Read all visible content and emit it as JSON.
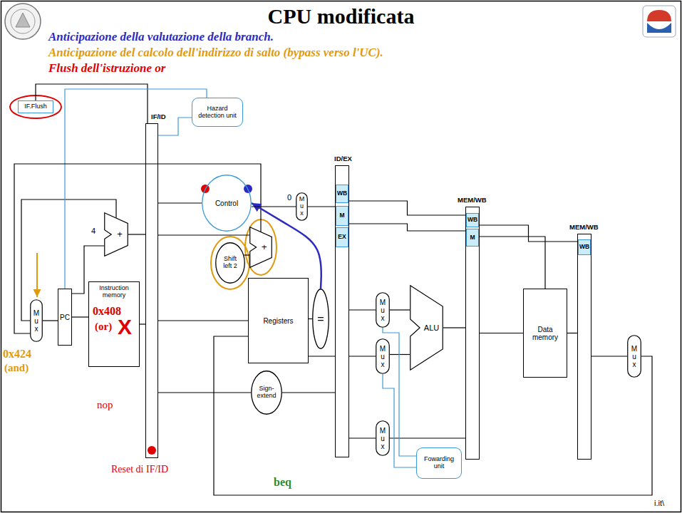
{
  "diagram": {
    "title": "CPU modificata",
    "nodes": [
      {
        "text": [
          "IF.Flush"
        ]
      },
      {
        "text": [
          "Hazard detection unit"
        ]
      },
      {
        "text": [
          "Control"
        ]
      },
      {
        "text": [
          "Mux"
        ]
      },
      {
        "text": [
          "ID/EX"
        ]
      },
      {
        "text": [
          "WB"
        ],
        "in": 4
      },
      {
        "text": [
          "M"
        ],
        "in": 4
      },
      {
        "text": [
          "EX"
        ],
        "in": 4
      },
      {
        "text": [
          "MEM/WB"
        ]
      },
      {
        "text": [
          "WB"
        ],
        "in": 8
      },
      {
        "text": [
          "M"
        ],
        "in": 8
      },
      {
        "text": [
          "MEM/WB"
        ]
      },
      {
        "text": [
          "WB"
        ],
        "in": 11
      },
      {
        "text": [
          "Mux"
        ]
      },
      {
        "text": [
          "PC"
        ]
      },
      {
        "text": [
          "+"
        ]
      },
      {
        "text": [
          "Instruction memory"
        ]
      },
      {
        "text": [
          "IF/ID"
        ]
      },
      {
        "text": [
          "Shift left 2"
        ]
      },
      {
        "text": [
          "+"
        ]
      },
      {
        "text": [
          "Registers"
        ]
      },
      {
        "text": [
          "="
        ]
      },
      {
        "text": [
          "Sign-extend"
        ]
      },
      {
        "text": [
          "Mux"
        ]
      },
      {
        "text": [
          "Mux"
        ]
      },
      {
        "text": [
          "Mux"
        ]
      },
      {
        "text": [
          "ALU"
        ]
      },
      {
        "text": [
          "Data memory"
        ]
      },
      {
        "text": [
          "Mux"
        ]
      },
      {
        "text": [
          "Fowarding unit"
        ]
      }
    ],
    "edges": [
      {
        "from": 13,
        "to": 14,
        "arrow": "none"
      },
      {
        "from": 14,
        "to": 16,
        "arrow": "none"
      },
      {
        "from": 14,
        "to": 15,
        "arrow": "none"
      },
      {
        "from": 15,
        "to": 17,
        "arrow": "none"
      },
      {
        "from": 15,
        "to": 13,
        "arrow": "none"
      },
      {
        "from": 16,
        "to": 17,
        "arrow": "none"
      },
      {
        "from": 0,
        "to": 17,
        "arrow": "none"
      },
      {
        "from": 1,
        "to": 17,
        "arrow": "none"
      },
      {
        "from": 1,
        "to": 14,
        "arrow": "none"
      },
      {
        "from": 17,
        "to": 2,
        "arrow": "none"
      },
      {
        "from": 17,
        "to": 20,
        "arrow": "none"
      },
      {
        "from": 17,
        "to": 22,
        "arrow": "none"
      },
      {
        "from": 17,
        "to": 19,
        "arrow": "none"
      },
      {
        "from": 18,
        "to": 19,
        "arrow": "none"
      },
      {
        "from": 19,
        "to": 13,
        "arrow": "none"
      },
      {
        "from": 20,
        "to": 21,
        "arrow": "none"
      },
      {
        "from": 21,
        "to": 2,
        "arrow": "to"
      },
      {
        "from": 2,
        "to": 3,
        "arrow": "none"
      },
      {
        "from": 3,
        "to": 4,
        "arrow": "none"
      },
      {
        "from": 20,
        "to": 4,
        "arrow": "none"
      },
      {
        "from": 22,
        "to": 4,
        "arrow": "none"
      },
      {
        "from": 5,
        "to": 9,
        "arrow": "none"
      },
      {
        "from": 6,
        "to": 10,
        "arrow": "none"
      },
      {
        "from": 9,
        "to": 12,
        "arrow": "none"
      },
      {
        "from": 4,
        "to": 23,
        "arrow": "none"
      },
      {
        "from": 4,
        "to": 24,
        "arrow": "none"
      },
      {
        "from": 4,
        "to": 25,
        "arrow": "none"
      },
      {
        "from": 23,
        "to": 26,
        "arrow": "none"
      },
      {
        "from": 24,
        "to": 26,
        "arrow": "none"
      },
      {
        "from": 26,
        "to": 8,
        "arrow": "none"
      },
      {
        "from": 25,
        "to": 8,
        "arrow": "none"
      },
      {
        "from": 8,
        "to": 27,
        "arrow": "none"
      },
      {
        "from": 10,
        "to": 27,
        "arrow": "none"
      },
      {
        "from": 27,
        "to": 11,
        "arrow": "none"
      },
      {
        "from": 11,
        "to": 28,
        "arrow": "none"
      },
      {
        "from": 28,
        "to": 20,
        "arrow": "none"
      },
      {
        "from": 29,
        "to": 23,
        "arrow": "none"
      },
      {
        "from": 29,
        "to": 24,
        "arrow": "none"
      }
    ],
    "labels": [
      "Anticipazione della valutazione della branch.",
      "Anticipazione del calcolo dell'indirizzo di salto (bypass verso l'UC).",
      "Flush dell'istruzione or",
      "0",
      "4",
      "0x408",
      "(or)",
      "X",
      "0x424",
      "(and)",
      "nop",
      "Reset di IF/ID",
      "beq",
      "i.it\\"
    ]
  }
}
